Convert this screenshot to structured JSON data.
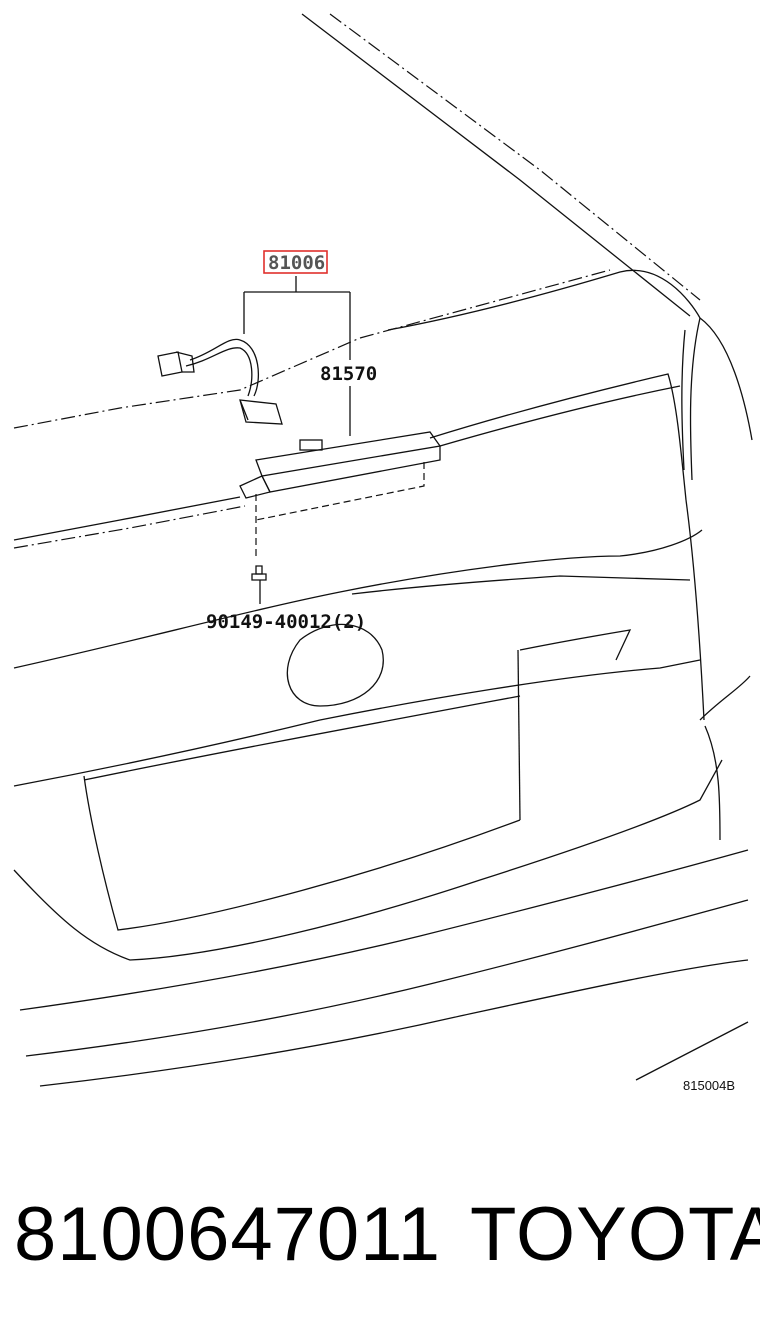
{
  "diagram": {
    "callouts": {
      "assembly": "81006",
      "lamp": "81570",
      "screw": "90149-40012(2)"
    },
    "reference_code": "815004B",
    "highlight_color": "#e0302c"
  },
  "footer": {
    "part_number": "8100647011",
    "brand": "TOYOTA"
  }
}
